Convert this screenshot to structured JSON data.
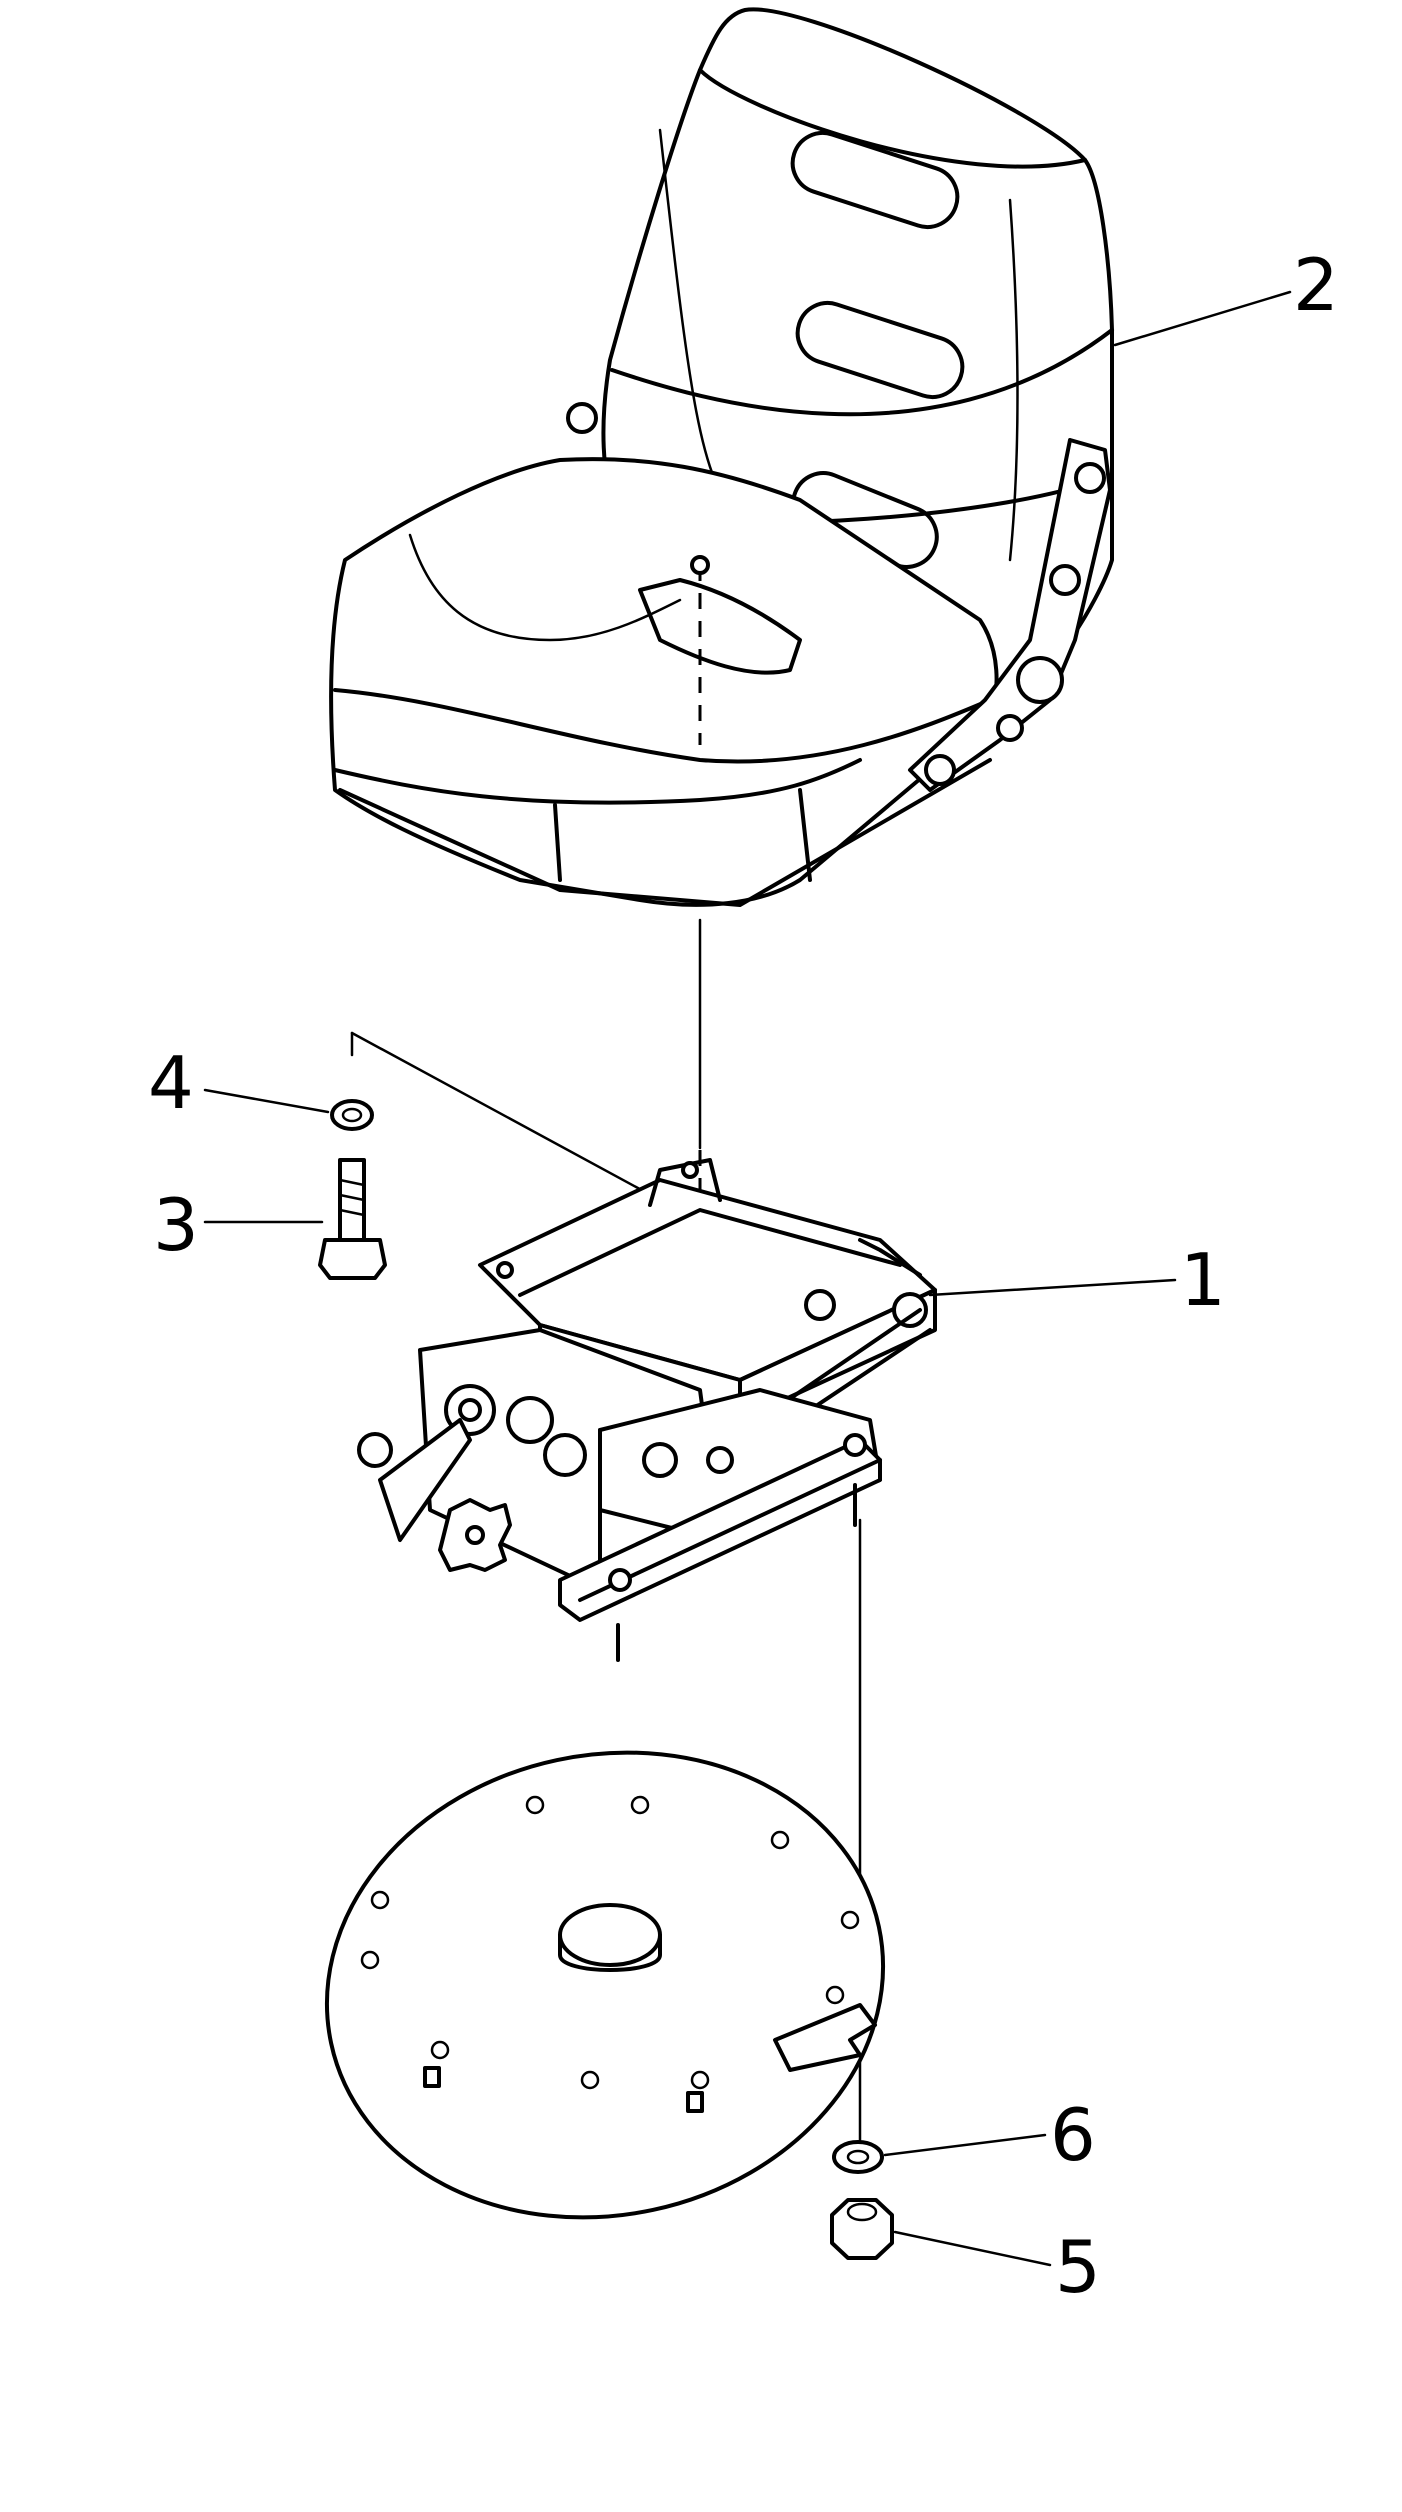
{
  "callouts": [
    {
      "id": "1",
      "part": "suspension-mechanism"
    },
    {
      "id": "2",
      "part": "seat"
    },
    {
      "id": "3",
      "part": "bolt"
    },
    {
      "id": "4",
      "part": "washer"
    },
    {
      "id": "5",
      "part": "nut"
    },
    {
      "id": "6",
      "part": "washer"
    }
  ]
}
